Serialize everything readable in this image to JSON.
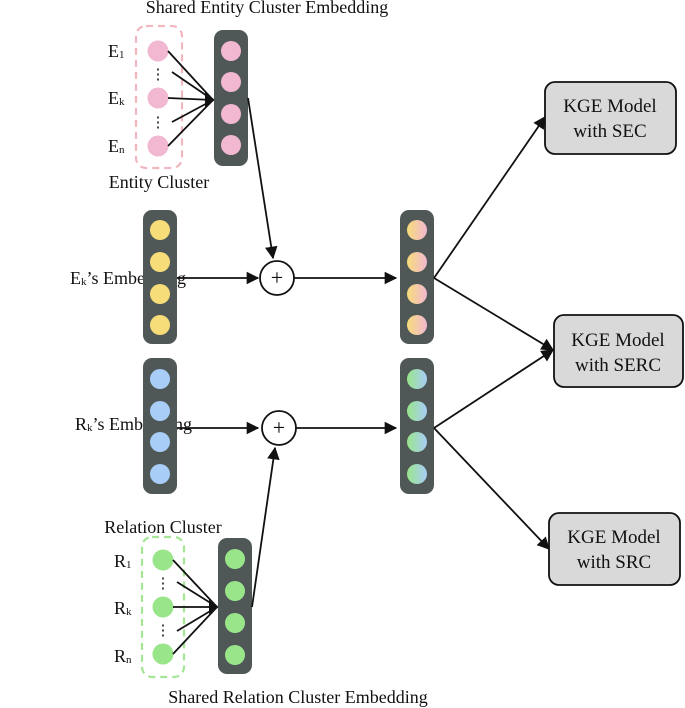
{
  "titles": {
    "shared_entity": "Shared Entity Cluster Embedding",
    "entity_cluster": "Entity Cluster",
    "relation_cluster": "Relation Cluster",
    "shared_relation": "Shared Relation Cluster Embedding"
  },
  "entities": {
    "e1": {
      "base": "E",
      "sub": "1"
    },
    "ek": {
      "base": "E",
      "sub": "k"
    },
    "en": {
      "base": "E",
      "sub": "n"
    }
  },
  "relations": {
    "r1": {
      "base": "R",
      "sub": "1"
    },
    "rk": {
      "base": "R",
      "sub": "k"
    },
    "rn": {
      "base": "R",
      "sub": "n"
    }
  },
  "embeddings": {
    "ek": {
      "base": "E",
      "sub": "k",
      "rest": "’s Embedding"
    },
    "rk": {
      "base": "R",
      "sub": "k",
      "rest": "’s Embedding"
    }
  },
  "ops": {
    "plus": "+"
  },
  "dots": "⋮",
  "models": {
    "sec": {
      "line1": "KGE Model",
      "line2": "with SEC"
    },
    "serc": {
      "line1": "KGE Model",
      "line2": "with SERC"
    },
    "src": {
      "line1": "KGE Model",
      "line2": "with SRC"
    }
  },
  "colors": {
    "column": "#4f5856",
    "pink": "#f2b8d2",
    "yellow": "#f7dc7a",
    "blue": "#a8cdf7",
    "green": "#99e58a",
    "pink_dash": "#f1b7bf",
    "green_dash": "#a4e596",
    "model_box": "#d9d9d9"
  }
}
